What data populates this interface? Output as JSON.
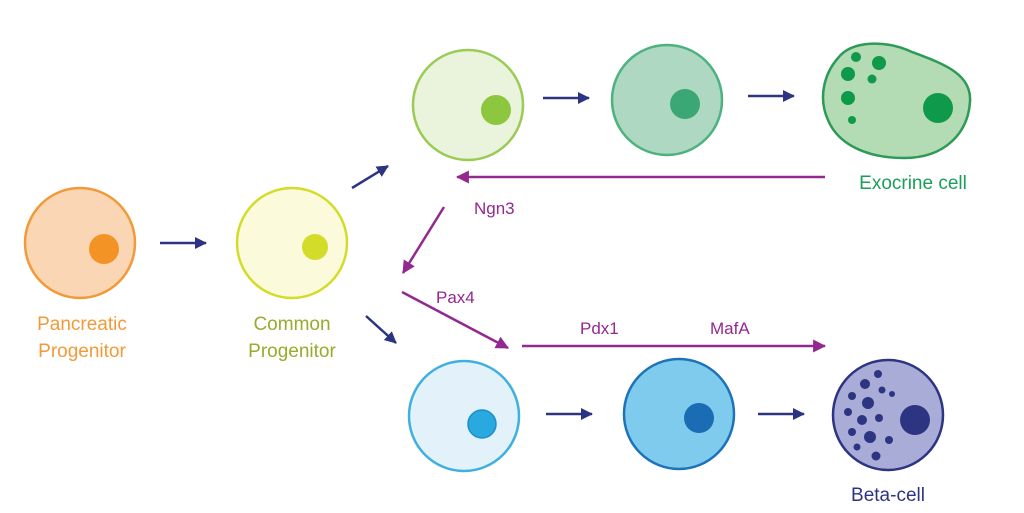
{
  "cells": {
    "pancreatic_progenitor": {
      "line1": "Pancreatic",
      "line2": "Progenitor",
      "color": "#f29a38",
      "fill": "#fbd6b4",
      "nucleus": "#f39325"
    },
    "common_progenitor": {
      "line1": "Common",
      "line2": "Progenitor",
      "color": "#9aaa2c",
      "fill": "#fbfbdb",
      "nucleus": "#d4dc2a"
    },
    "exocrine_intermediate_1": {
      "fill": "#eaf3dc",
      "stroke": "#9acb55",
      "nucleus": "#8dc63f"
    },
    "exocrine_intermediate_2": {
      "fill": "#afd8c3",
      "stroke": "#4cb27e",
      "nucleus": "#3aa774"
    },
    "exocrine_cell": {
      "label": "Exocrine cell",
      "color": "#1b9e5a",
      "fill": "#b3dcb4",
      "stroke": "#2e9a57",
      "granule": "#0f9a4b"
    },
    "endocrine_intermediate_1": {
      "fill": "#e2f1fa",
      "stroke": "#3fb0df",
      "nucleus": "#2aa9e0"
    },
    "endocrine_intermediate_2": {
      "fill": "#7ecbee",
      "stroke": "#1e73b8",
      "nucleus": "#1a6db4"
    },
    "beta_cell": {
      "label": "Beta-cell",
      "color": "#2d3583",
      "fill": "#a9acd6",
      "stroke": "#2d3583",
      "granule": "#2d3583"
    }
  },
  "factors": {
    "ngn3": "Ngn3",
    "pax4": "Pax4",
    "pdx1": "Pdx1",
    "mafa": "MafA",
    "color": "#93288f"
  },
  "arrows": {
    "lineage_color": "#2d3583"
  }
}
